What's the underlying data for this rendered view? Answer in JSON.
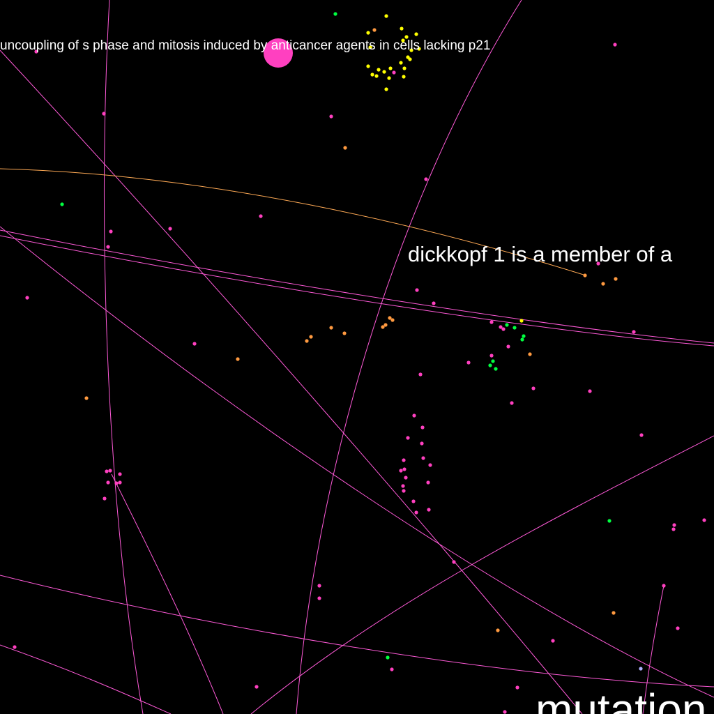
{
  "canvas": {
    "background": "#000000"
  },
  "colors": {
    "magenta": "#ff40c0",
    "yellow": "#ffff00",
    "orange": "#ff9a40",
    "green": "#00ff40",
    "pink_edge": "#ff5ad8",
    "orange_edge": "#ffaa55",
    "lavender": "#b0b0ff"
  },
  "labels": [
    {
      "id": "label-top",
      "text": "uncoupling of s phase and mitosis induced by anticancer agents in cells lacking p21"
    },
    {
      "id": "label-middle",
      "text": "dickkopf 1 is a member of a"
    },
    {
      "id": "label-bottom",
      "text": "mutation"
    }
  ]
}
